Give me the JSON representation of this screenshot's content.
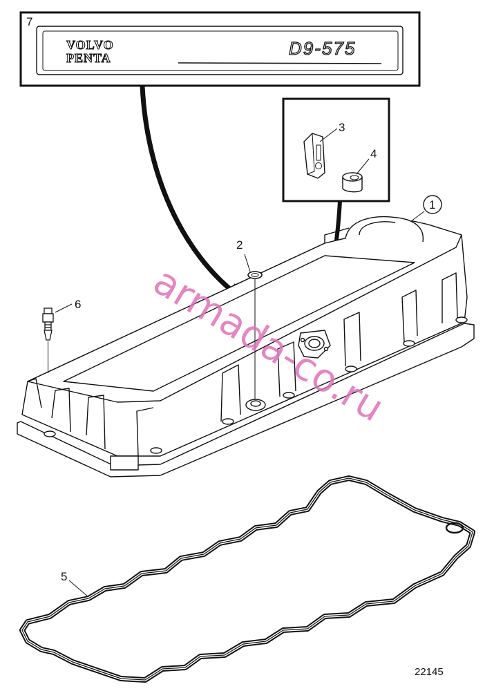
{
  "diagram": {
    "drawing_number": "22145",
    "watermark": "armada-co.ru",
    "nameplate": {
      "brand_line1": "VOLVO",
      "brand_line2": "PENTA",
      "model": "D9-575"
    },
    "callouts": [
      {
        "id": "1",
        "label": "1"
      },
      {
        "id": "2",
        "label": "2"
      },
      {
        "id": "3",
        "label": "3"
      },
      {
        "id": "4",
        "label": "4"
      },
      {
        "id": "5",
        "label": "5"
      },
      {
        "id": "6",
        "label": "6"
      },
      {
        "id": "7",
        "label": "7"
      }
    ]
  }
}
